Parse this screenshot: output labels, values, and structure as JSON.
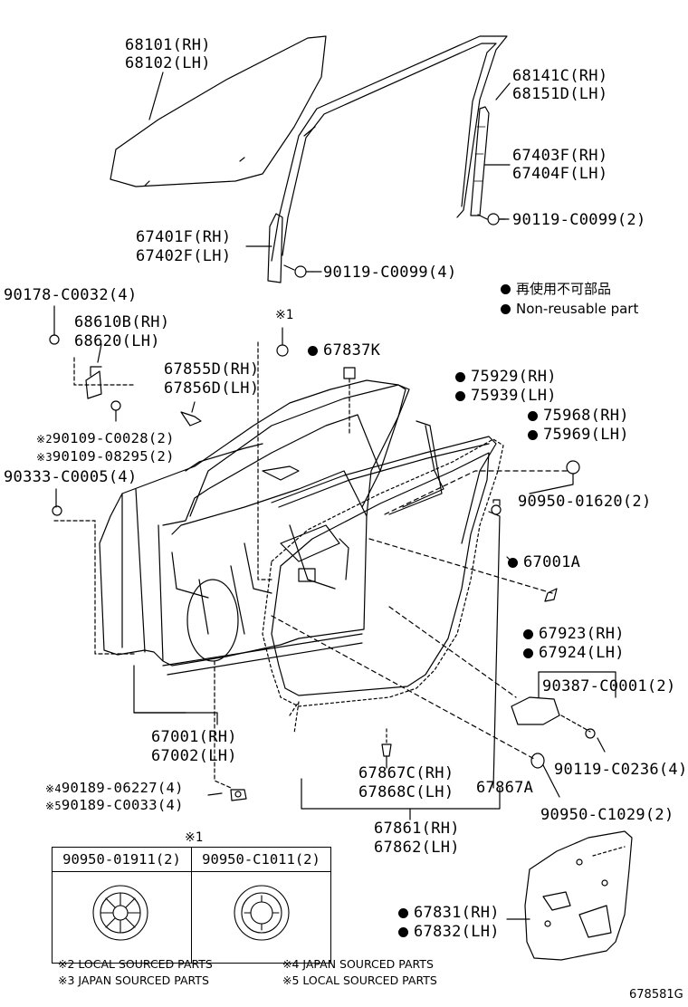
{
  "labels": {
    "glass": [
      "68101(RH)",
      "68102(LH)"
    ],
    "run_channel": [
      "68141C(RH)",
      "68151D(LH)"
    ],
    "rear_sash": [
      "67403F(RH)",
      "67404F(LH)"
    ],
    "bolt_upper": "90119-C0099(2)",
    "front_sash": [
      "67401F(RH)",
      "67402F(LH)"
    ],
    "bolt_front_sash": "90119-C0099(4)",
    "screw_top": "90178-C0032(4)",
    "hinge": [
      "68610B(RH)",
      "68620(LH)"
    ],
    "ref1_upper": "※1",
    "cover_67837": "67837K",
    "bracket": [
      "67855D(RH)",
      "67856D(LH)"
    ],
    "weatherstrip_75929": [
      "75929(RH)",
      "75939(LH)"
    ],
    "weatherstrip_75968": [
      "75968(RH)",
      "75969(LH)"
    ],
    "bolt_90109": [
      "90109-C0028(2)",
      "90109-08295(2)"
    ],
    "bolt_90109_marks": [
      "※2",
      "※3"
    ],
    "clip_90333": "90333-C0005(4)",
    "hole_plug_top": "90950-01620(2)",
    "door_panel_sub": "67001A",
    "door_panel": [
      "67001(RH)",
      "67002(LH)"
    ],
    "frame_67923": [
      "67923(RH)",
      "67924(LH)"
    ],
    "clip_90387": "90387-C0001(2)",
    "screw_90119_c0236": "90119-C0236(4)",
    "bolt_bottom": [
      "90189-06227(4)",
      "90189-C0033(4)"
    ],
    "bolt_bottom_marks": [
      "※4",
      "※5"
    ],
    "weatherstrip_67867": [
      "67867C(RH)",
      "67868C(LH)"
    ],
    "weatherstrip_67867a": "67867A",
    "hole_plug_c1029": "90950-C1029(2)",
    "weatherstrip_67861": [
      "67861(RH)",
      "67862(LH)"
    ],
    "service_cover": [
      "67831(RH)",
      "67832(LH)"
    ],
    "ref1_table": "※1",
    "figure_code": "678581G"
  },
  "legend": {
    "ja": "再使用不可部品",
    "en": "Non-reusable part"
  },
  "table": {
    "headers": [
      "90950-01911(2)",
      "90950-C1011(2)"
    ]
  },
  "notes": [
    "※2 LOCAL SOURCED PARTS",
    "※3 JAPAN SOURCED PARTS",
    "※4 JAPAN SOURCED PARTS",
    "※5 LOCAL SOURCED PARTS"
  ],
  "colors": {
    "ink": "#000000",
    "paper": "#ffffff",
    "shade": "#d8d8d8"
  }
}
